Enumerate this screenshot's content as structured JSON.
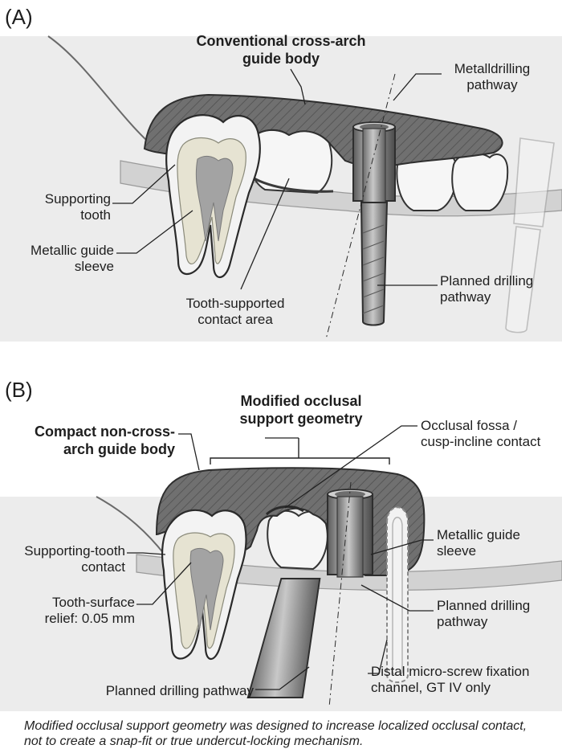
{
  "panel_a": {
    "tag": "(A)",
    "title_line1": "Conventional cross-arch",
    "title_line2": "guide body",
    "metal_pathway_line1": "Metalldrilling",
    "metal_pathway_line2": "pathway",
    "supporting_tooth_line1": "Supporting",
    "supporting_tooth_line2": "tooth",
    "sleeve_line1": "Metallic guide",
    "sleeve_line2": "sleeve",
    "contact_line1": "Tooth-supported",
    "contact_line2": "contact area",
    "planned_line1": "Planned drilling",
    "planned_line2": "pathway"
  },
  "panel_b": {
    "tag": "(B)",
    "modified_line1": "Modified occlusal",
    "modified_line2": "support geometry",
    "compact_line1": "Compact non-cross-",
    "compact_line2": "arch guide body",
    "fossa_line1": "Occlusal fossa /",
    "fossa_line2": "cusp-incline contact",
    "sleeve_line1": "Metallic guide",
    "sleeve_line2": "sleeve",
    "support_contact_line1": "Supporting-tooth",
    "support_contact_line2": "contact",
    "planned_right_line1": "Planned drilling",
    "planned_right_line2": "pathway",
    "relief_line1": "Tooth-surface",
    "relief_line2": "relief: 0.05 mm",
    "distal_line1": "Distal micro-screw fixation",
    "distal_line2": "channel, GT IV only",
    "planned_bottom": "Planned drilling pathway"
  },
  "caption": "Modified occlusal support geometry was designed to increase localized occlusal contact, not to create a snap-fit or true undercut-locking mechanism.",
  "colors": {
    "guide_body": "#6e6e6e",
    "guide_hatch": "#555555",
    "enamel": "#f4f4f4",
    "dentin": "#e8e6d8",
    "pulp": "#a6a6a6",
    "gum": "#d4d4d4",
    "background_tissue": "#e9e9e9"
  }
}
